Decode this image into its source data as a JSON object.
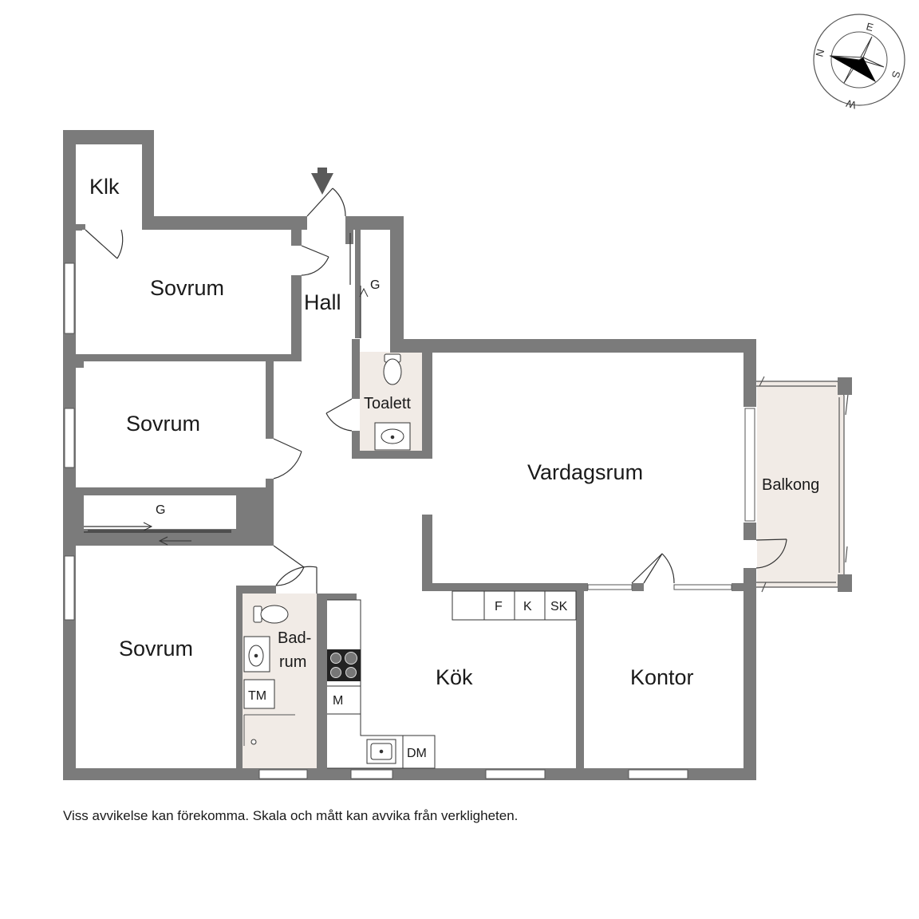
{
  "rooms": {
    "klk": "Klk",
    "sovrum_top": "Sovrum",
    "hall": "Hall",
    "garderob_hall": "G",
    "toalett": "Toalett",
    "sovrum_mid": "Sovrum",
    "vardagsrum": "Vardagsrum",
    "balkong": "Balkong",
    "garderob_mid": "G",
    "sovrum_bottom": "Sovrum",
    "badrum_line1": "Bad-",
    "badrum_line2": "rum",
    "tm": "TM",
    "kok": "Kök",
    "m": "M",
    "dm": "DM",
    "f": "F",
    "k": "K",
    "sk": "SK",
    "kontor": "Kontor"
  },
  "compass": {
    "n": "N",
    "e": "E",
    "s": "S",
    "w": "W"
  },
  "colors": {
    "wall": "#7b7b7b",
    "wall_dark": "#5a5a5a",
    "wet_floor": "#f1ebe6",
    "balcony_floor": "#f1ebe6",
    "window": "#ffffff",
    "line": "#333333"
  },
  "disclaimer": "Viss avvikelse kan förekomma. Skala och mått kan avvika från verkligheten."
}
